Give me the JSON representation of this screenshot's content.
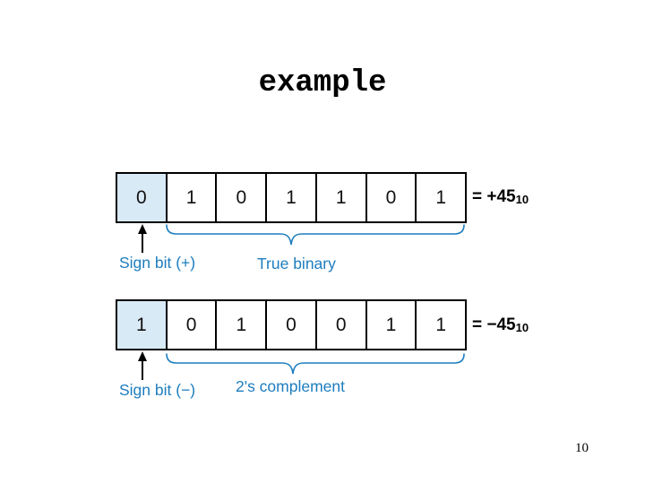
{
  "slide": {
    "title": "example",
    "page_number": "10"
  },
  "colors": {
    "label_blue": "#1d7dbe",
    "sign_cell_fill": "#d9eaf7",
    "ink": "#000000",
    "background": "#ffffff"
  },
  "figure": {
    "description": "Sign-bit representation of +45 and -45 in 7-bit binary",
    "rows": [
      {
        "bits": [
          "0",
          "1",
          "0",
          "1",
          "1",
          "0",
          "1"
        ],
        "equals": "= +45",
        "base_subscript": "10",
        "sign_label": "Sign bit (+)",
        "brace_label": "True binary"
      },
      {
        "bits": [
          "1",
          "0",
          "1",
          "0",
          "0",
          "1",
          "1"
        ],
        "equals": "= −45",
        "base_subscript": "10",
        "sign_label": "Sign bit (−)",
        "brace_label": "2's complement"
      }
    ]
  }
}
